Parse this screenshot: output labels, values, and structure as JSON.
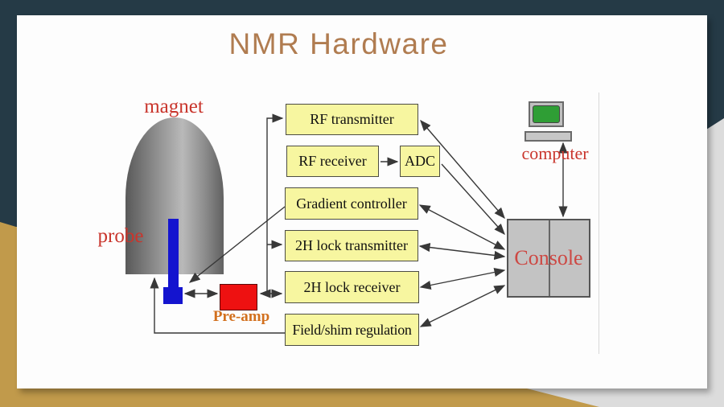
{
  "slide": {
    "title": "NMR Hardware"
  },
  "diagram": {
    "component_labels": {
      "magnet": "magnet",
      "probe": "probe",
      "preamp": "Pre-amp",
      "computer": "computer",
      "console": "Console"
    },
    "boxes": {
      "rf_transmitter": "RF transmitter",
      "rf_receiver": "RF receiver",
      "adc": "ADC",
      "gradient_controller": "Gradient controller",
      "lock_transmitter": "2H lock transmitter",
      "lock_receiver": "2H lock receiver",
      "field_shim": "Field/shim regulation"
    }
  },
  "theme": {
    "teal": "#253a46",
    "gold": "#c19a4b",
    "corner_gray": "#dcdcdc",
    "panel_white": "#fdfdfd",
    "title_brown": "#b07c50",
    "box_yellow": "#f7f6a0",
    "box_border": "#4c4c44",
    "label_red": "#c9352c",
    "label_orange": "#d2701e",
    "console_gray": "#c3c3c3",
    "console_red": "#cd4843",
    "probe_blue": "#1414cf",
    "preamp_red": "#ee1111",
    "screen_green": "#2f9e35",
    "line_dark": "#383838"
  }
}
